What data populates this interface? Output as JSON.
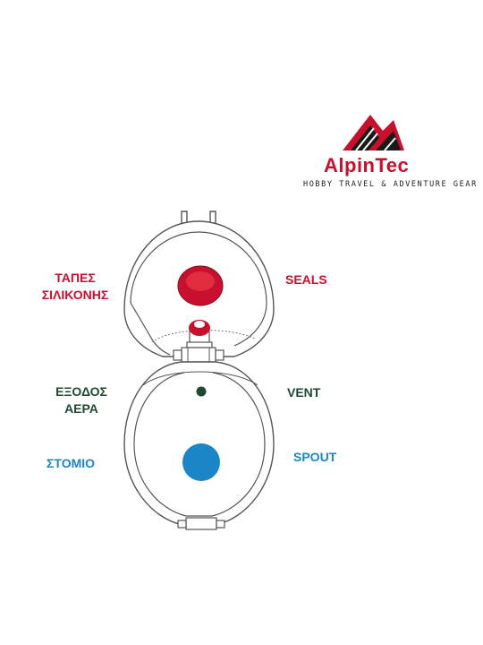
{
  "brand": {
    "name": "AlpinTec",
    "tagline": "HOBBY TRAVEL & ADVENTURE GEAR"
  },
  "labels": {
    "seals_gr_line1": "ΤΑΠΕΣ",
    "seals_gr_line2": "ΣΙΛΙΚΟΝΗΣ",
    "seals_en": "SEALS",
    "vent_gr_line1": "ΕΞΟΔΟΣ",
    "vent_gr_line2": "ΑΕΡΑ",
    "vent_en": "VENT",
    "spout_gr": "ΣΤΟΜΙΟ",
    "spout_en": "SPOUT"
  },
  "colors": {
    "seal_red": "#c8102e",
    "vent_green": "#1f4a32",
    "spout_blue": "#1a86c7",
    "outline": "#555555"
  },
  "icons": {
    "logo": "mountain-peaks-icon"
  }
}
